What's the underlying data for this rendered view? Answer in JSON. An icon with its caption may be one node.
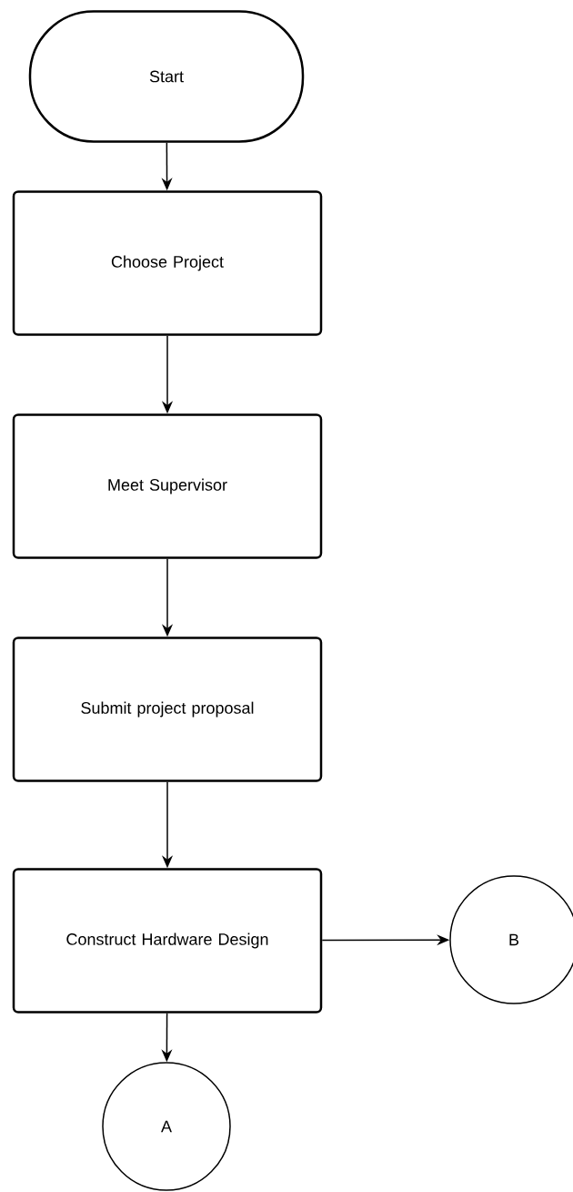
{
  "diagram": {
    "nodes": [
      {
        "text": [
          "Start"
        ]
      },
      {
        "text": [
          "Choose Project"
        ]
      },
      {
        "text": [
          "Meet Supervisor"
        ]
      },
      {
        "text": [
          "Submit project proposal"
        ]
      },
      {
        "text": [
          "Construct Hardware Design"
        ]
      },
      {
        "text": [
          "B"
        ]
      },
      {
        "text": [
          "A"
        ]
      }
    ],
    "edges": [
      {
        "from": 0,
        "to": 1,
        "arrow": "to"
      },
      {
        "from": 1,
        "to": 2,
        "arrow": "to"
      },
      {
        "from": 2,
        "to": 3,
        "arrow": "to"
      },
      {
        "from": 3,
        "to": 4,
        "arrow": "to"
      },
      {
        "from": 4,
        "to": 5,
        "arrow": "to"
      },
      {
        "from": 4,
        "to": 6,
        "arrow": "to"
      }
    ]
  }
}
